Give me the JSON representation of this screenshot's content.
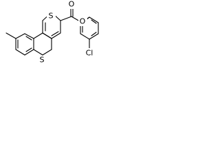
{
  "structure": {
    "atoms": {
      "thiophene_s": "S",
      "thiopyran_s": "S",
      "carbonyl_o": "O",
      "ester_o": "O",
      "chlorine": "Cl"
    },
    "colors": {
      "bond": "#000000",
      "label": "#000000",
      "background": "#ffffff"
    }
  }
}
